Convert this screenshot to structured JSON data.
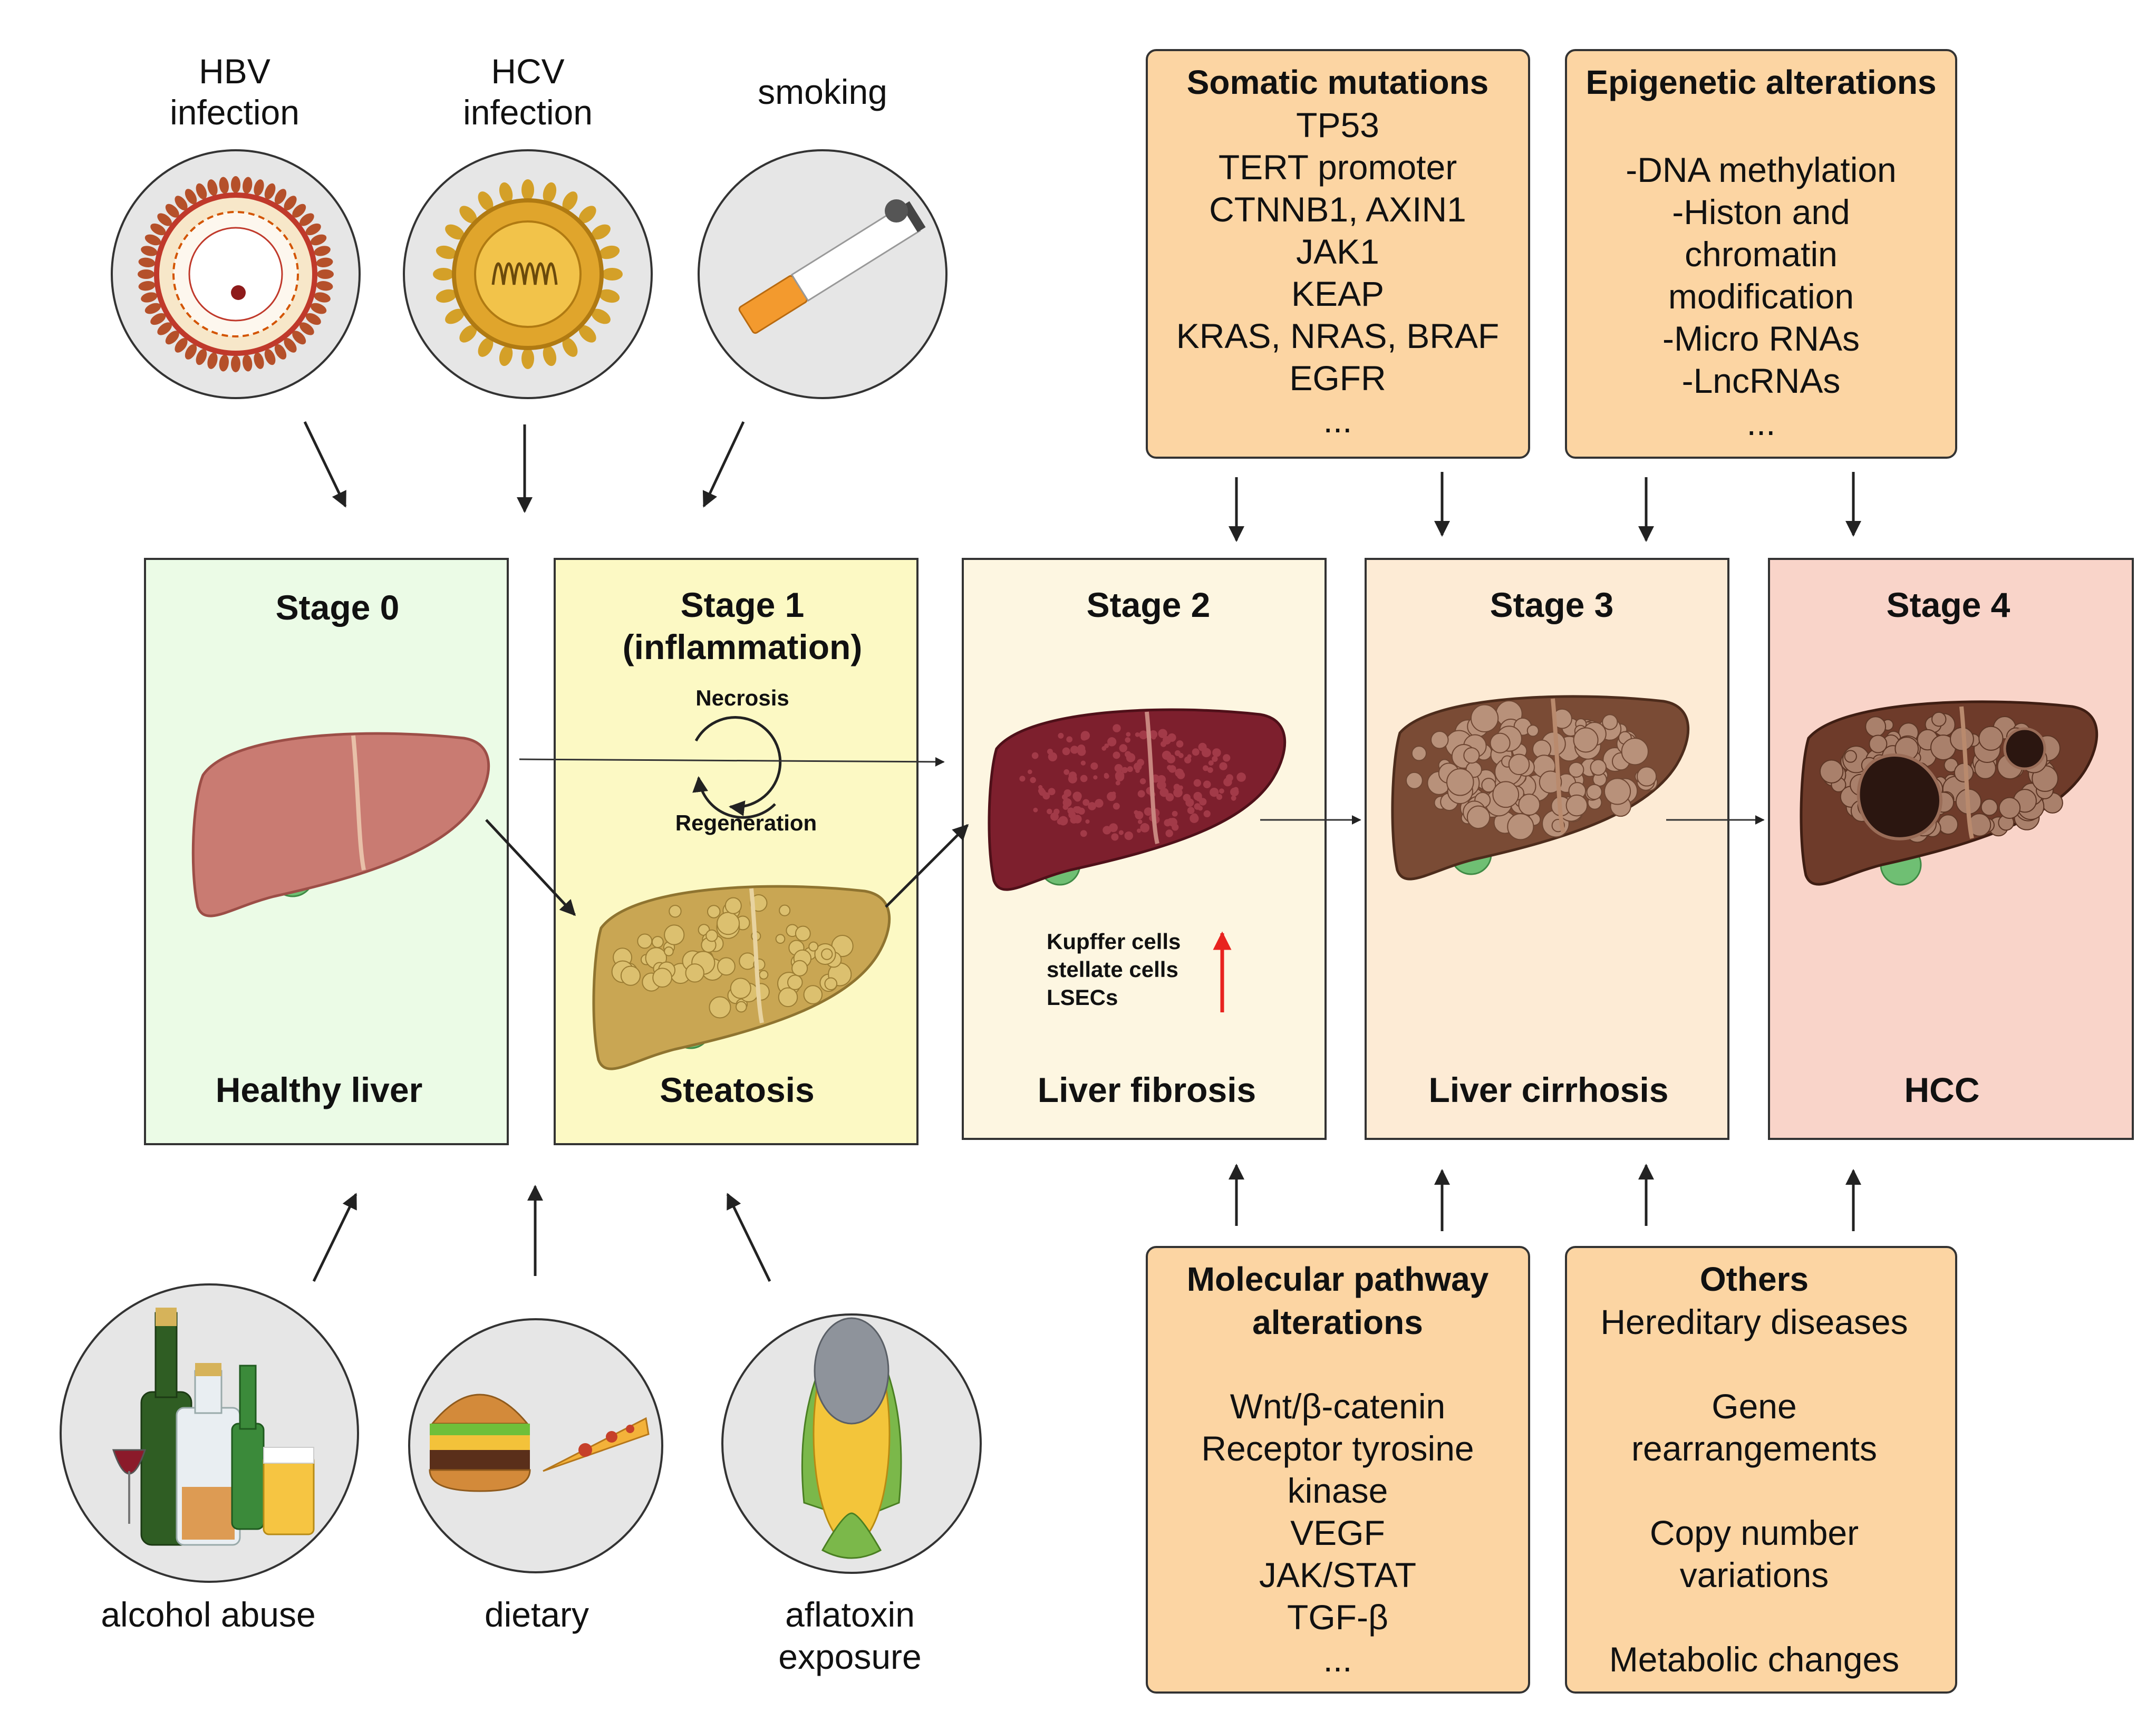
{
  "risk_factors_top": [
    {
      "lines": [
        "HBV",
        "infection"
      ],
      "icon": "hbv-virus-icon"
    },
    {
      "lines": [
        "HCV",
        "infection"
      ],
      "icon": "hcv-virus-icon"
    },
    {
      "lines": [
        "smoking"
      ],
      "icon": "cigarette-icon"
    }
  ],
  "risk_factors_bottom": [
    {
      "lines": [
        "alcohol abuse"
      ],
      "icon": "alcohol-bottles-icon"
    },
    {
      "lines": [
        "dietary"
      ],
      "icon": "fast-food-icon"
    },
    {
      "lines": [
        "aflatoxin",
        "exposure"
      ],
      "icon": "moldy-corn-icon"
    }
  ],
  "stages": [
    {
      "title_lines": [
        "Stage 0"
      ],
      "name": "Healthy liver",
      "fill": "#ebfbe6",
      "liver": "healthy"
    },
    {
      "title_lines": [
        "Stage 1",
        "(inflammation)"
      ],
      "name": "Steatosis",
      "fill": "#fcf9c4",
      "liver": "steatosis"
    },
    {
      "title_lines": [
        "Stage 2"
      ],
      "name": "Liver fibrosis",
      "fill": "#fdf6e1",
      "liver": "fibrosis"
    },
    {
      "title_lines": [
        "Stage 3"
      ],
      "name": "Liver cirrhosis",
      "fill": "#fdebd5",
      "liver": "cirrhosis"
    },
    {
      "title_lines": [
        "Stage 4"
      ],
      "name": "HCC",
      "fill": "#f9d4c9",
      "liver": "hcc"
    }
  ],
  "cycle": {
    "top": "Necrosis",
    "bottom": "Regeneration"
  },
  "cells_note": {
    "lines": [
      "Kupffer cells",
      "stellate cells",
      "LSECs"
    ],
    "arrow_color": "#e8231f"
  },
  "boxes_top": [
    {
      "title": "Somatic mutations",
      "lines": [
        "TP53",
        "TERT promoter",
        "CTNNB1, AXIN1",
        "JAK1",
        "KEAP",
        "KRAS, NRAS, BRAF",
        "EGFR",
        "..."
      ]
    },
    {
      "title": "Epigenetic alterations",
      "lines": [
        "",
        "-DNA methylation",
        "-Histon and",
        "chromatin",
        "modification",
        "-Micro RNAs",
        "-LncRNAs",
        "..."
      ]
    }
  ],
  "boxes_bottom": [
    {
      "title_lines": [
        "Molecular pathway",
        "alterations"
      ],
      "lines": [
        "",
        "Wnt/β-catenin",
        "Receptor tyrosine",
        "kinase",
        "VEGF",
        "JAK/STAT",
        "TGF-β",
        "..."
      ]
    },
    {
      "title_lines": [
        "Others"
      ],
      "lines": [
        "Hereditary diseases",
        "",
        "Gene",
        "rearrangements",
        "",
        "Copy number",
        "variations",
        "",
        "Metabolic changes"
      ]
    }
  ],
  "colors": {
    "box_fill": "#fcd5a3",
    "box_stroke": "#333333",
    "circle_fill": "#e6e6e6",
    "circle_stroke": "#333333"
  }
}
